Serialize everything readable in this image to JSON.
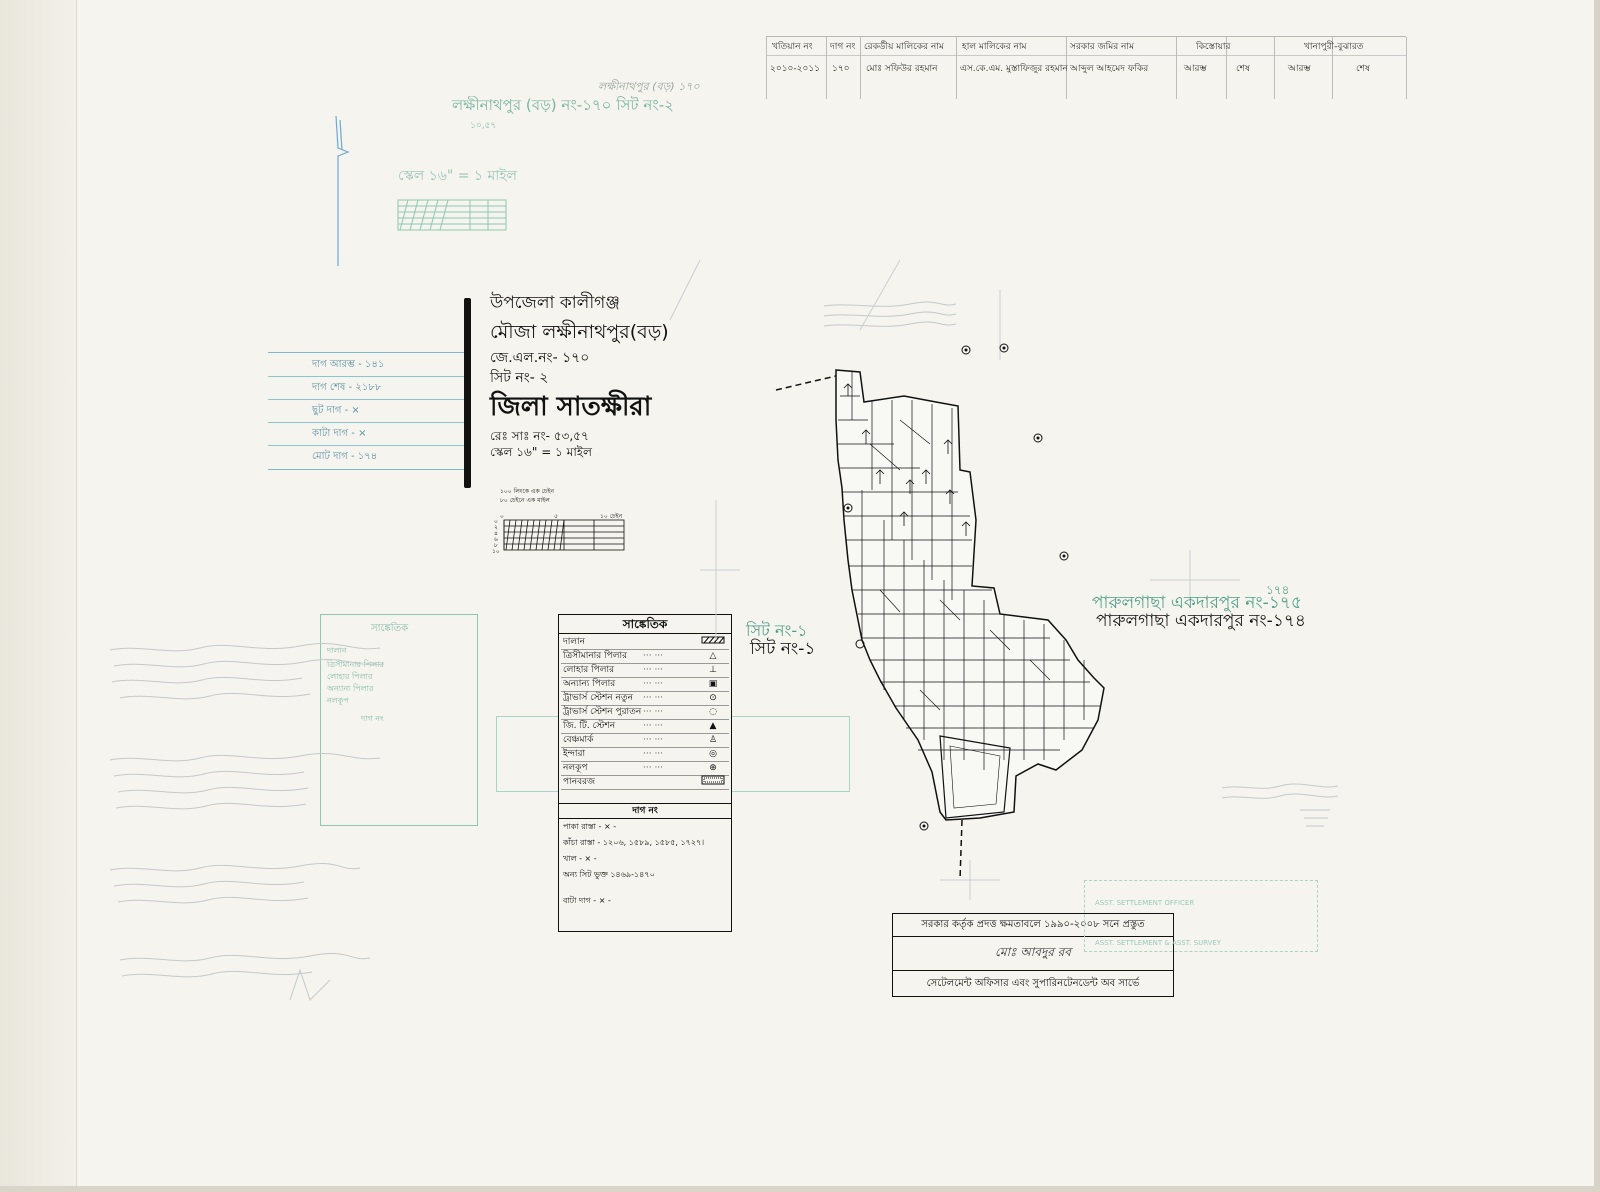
{
  "header_table": {
    "headers": [
      "খতিয়ান নং",
      "দাগ নং",
      "রেকর্ডীয় মালিকের নাম",
      "হাল মালিকের নাম",
      "সরকার জমির নাম",
      "কিস্তোয়ার",
      "খানাপুরী-বুঝারত"
    ],
    "values": [
      "২০১০-২০১১",
      "১৭০",
      "মোঃ সফিউর রহমান",
      "এস.কে.এম. মুস্তাফিজুর রহমান",
      "আব্দুল আহমেদ ফকির",
      "আরম্ভ",
      "শেষ",
      "আরম্ভ",
      "শেষ"
    ]
  },
  "top_faint": {
    "line1": "লক্ষীনাথপুর (বড়) নং-১৭০ সিট নং-২",
    "line2": "১০,৫৭",
    "line3": "স্কেল ১৬\" = ১ মাইল",
    "pencil": "লক্ষীনাথপুর (বড়) ১৭০"
  },
  "title": {
    "upazila": "উপজেলা কালীগঞ্জ",
    "mouza": "মৌজা লক্ষীনাথপুর(বড়)",
    "jl_no": "জে.এল.নং- ১৭০",
    "sheet_no": "সিট নং- ২",
    "district": "জিলা সাতক্ষীরা",
    "rev_no": "রেঃ সাঃ নং- ৫৩,৫৭",
    "scale": "স্কেল ১৬\" = ১ মাইল"
  },
  "scale_bar": {
    "line1": "১০০ লিংকে এক চেইন",
    "line2": "৮০ চেইনে এক মাইল",
    "label_0": "০",
    "label_5": "৫",
    "label_10": "১০ চেইন",
    "ticks": [
      "০",
      "২",
      "৪",
      "৬",
      "৮",
      "১০"
    ]
  },
  "left_table": {
    "rows": [
      "দাগ আরম্ভ - ১৪১",
      "দাগ শেষ - ২১৮৮",
      "ছুট দাগ - ×",
      "কাটা দাগ - ×",
      "মোট দাগ - ১৭৪"
    ]
  },
  "legend": {
    "title": "সাঙ্কেতিক",
    "items": [
      {
        "label": "দালান",
        "symbol": "hatched-rect"
      },
      {
        "label": "ত্রিসীমানার পিলার",
        "symbol": "triangle-dot"
      },
      {
        "label": "লোহার পিলার",
        "symbol": "pillar"
      },
      {
        "label": "অন্যান্য পিলার",
        "symbol": "square-dot"
      },
      {
        "label": "ট্রাভার্স স্টেশন নতুন",
        "symbol": "circle-dot"
      },
      {
        "label": "ট্রাভার্স স্টেশন পুরাতন",
        "symbol": "dotted-circle"
      },
      {
        "label": "জি. টি. স্টেশন",
        "symbol": "filled-triangle"
      },
      {
        "label": "বেঞ্চমার্ক",
        "symbol": "benchmark"
      },
      {
        "label": "ইন্দারা",
        "symbol": "double-circle"
      },
      {
        "label": "নলকূপ",
        "symbol": "cross-circle"
      },
      {
        "label": "পানবরজ",
        "symbol": "dotted-rect"
      }
    ],
    "dots": "···  ···",
    "dag_title": "দাগ নং",
    "dag_lines": [
      "পাকা রাস্তা - × -",
      "কাঁচা রাস্তা - ১২০৬, ১৫৮৯, ১৫৮৫, ১৭২৭।",
      "খাল - × -",
      "অন্য সিট ভুক্ত ১৪৬৯-১৪৭০",
      "বাটা দাগ - × -"
    ]
  },
  "green_legend": {
    "title": "সাঙ্কেতিক",
    "lines": [
      "দালান",
      "ত্রিসীমানার পিলার",
      "লোহার পিলার",
      "অন্যান্য পিলার",
      "নলকূপ",
      "দাগ নং"
    ]
  },
  "neighbors": {
    "east_green": "পারুলগাছা একদারপুর নং-১৭৫",
    "east_green_extra": "১৭৪",
    "east_black": "পারুলগাছা একদারপুর নং-১৭৪",
    "sheet1_green": "সিট নং-১",
    "sheet1_black": "সিট নং-১"
  },
  "bottom_box": {
    "line1": "সরকার কর্তৃক প্রদত্ত ক্ষমতাবলে ১৯৯০-২০০৮ সনে প্রস্তুত",
    "signature": "মোঃ আবদুর রব",
    "line3": "সেটেলমেন্ট অফিসার এবং সুপারিনটেনডেন্ট অব সার্ভে"
  },
  "faint_stamp": {
    "line1": "ASST. SETTLEMENT OFFICER",
    "line2": "ASST. SETTLEMENT & ASST. SURVEY"
  },
  "colors": {
    "ink": "#111111",
    "green_ink": "#4f9e87",
    "faint_green": "#86bca6",
    "blue_ink": "#5b91a2",
    "paper": "#f5f4ef"
  }
}
